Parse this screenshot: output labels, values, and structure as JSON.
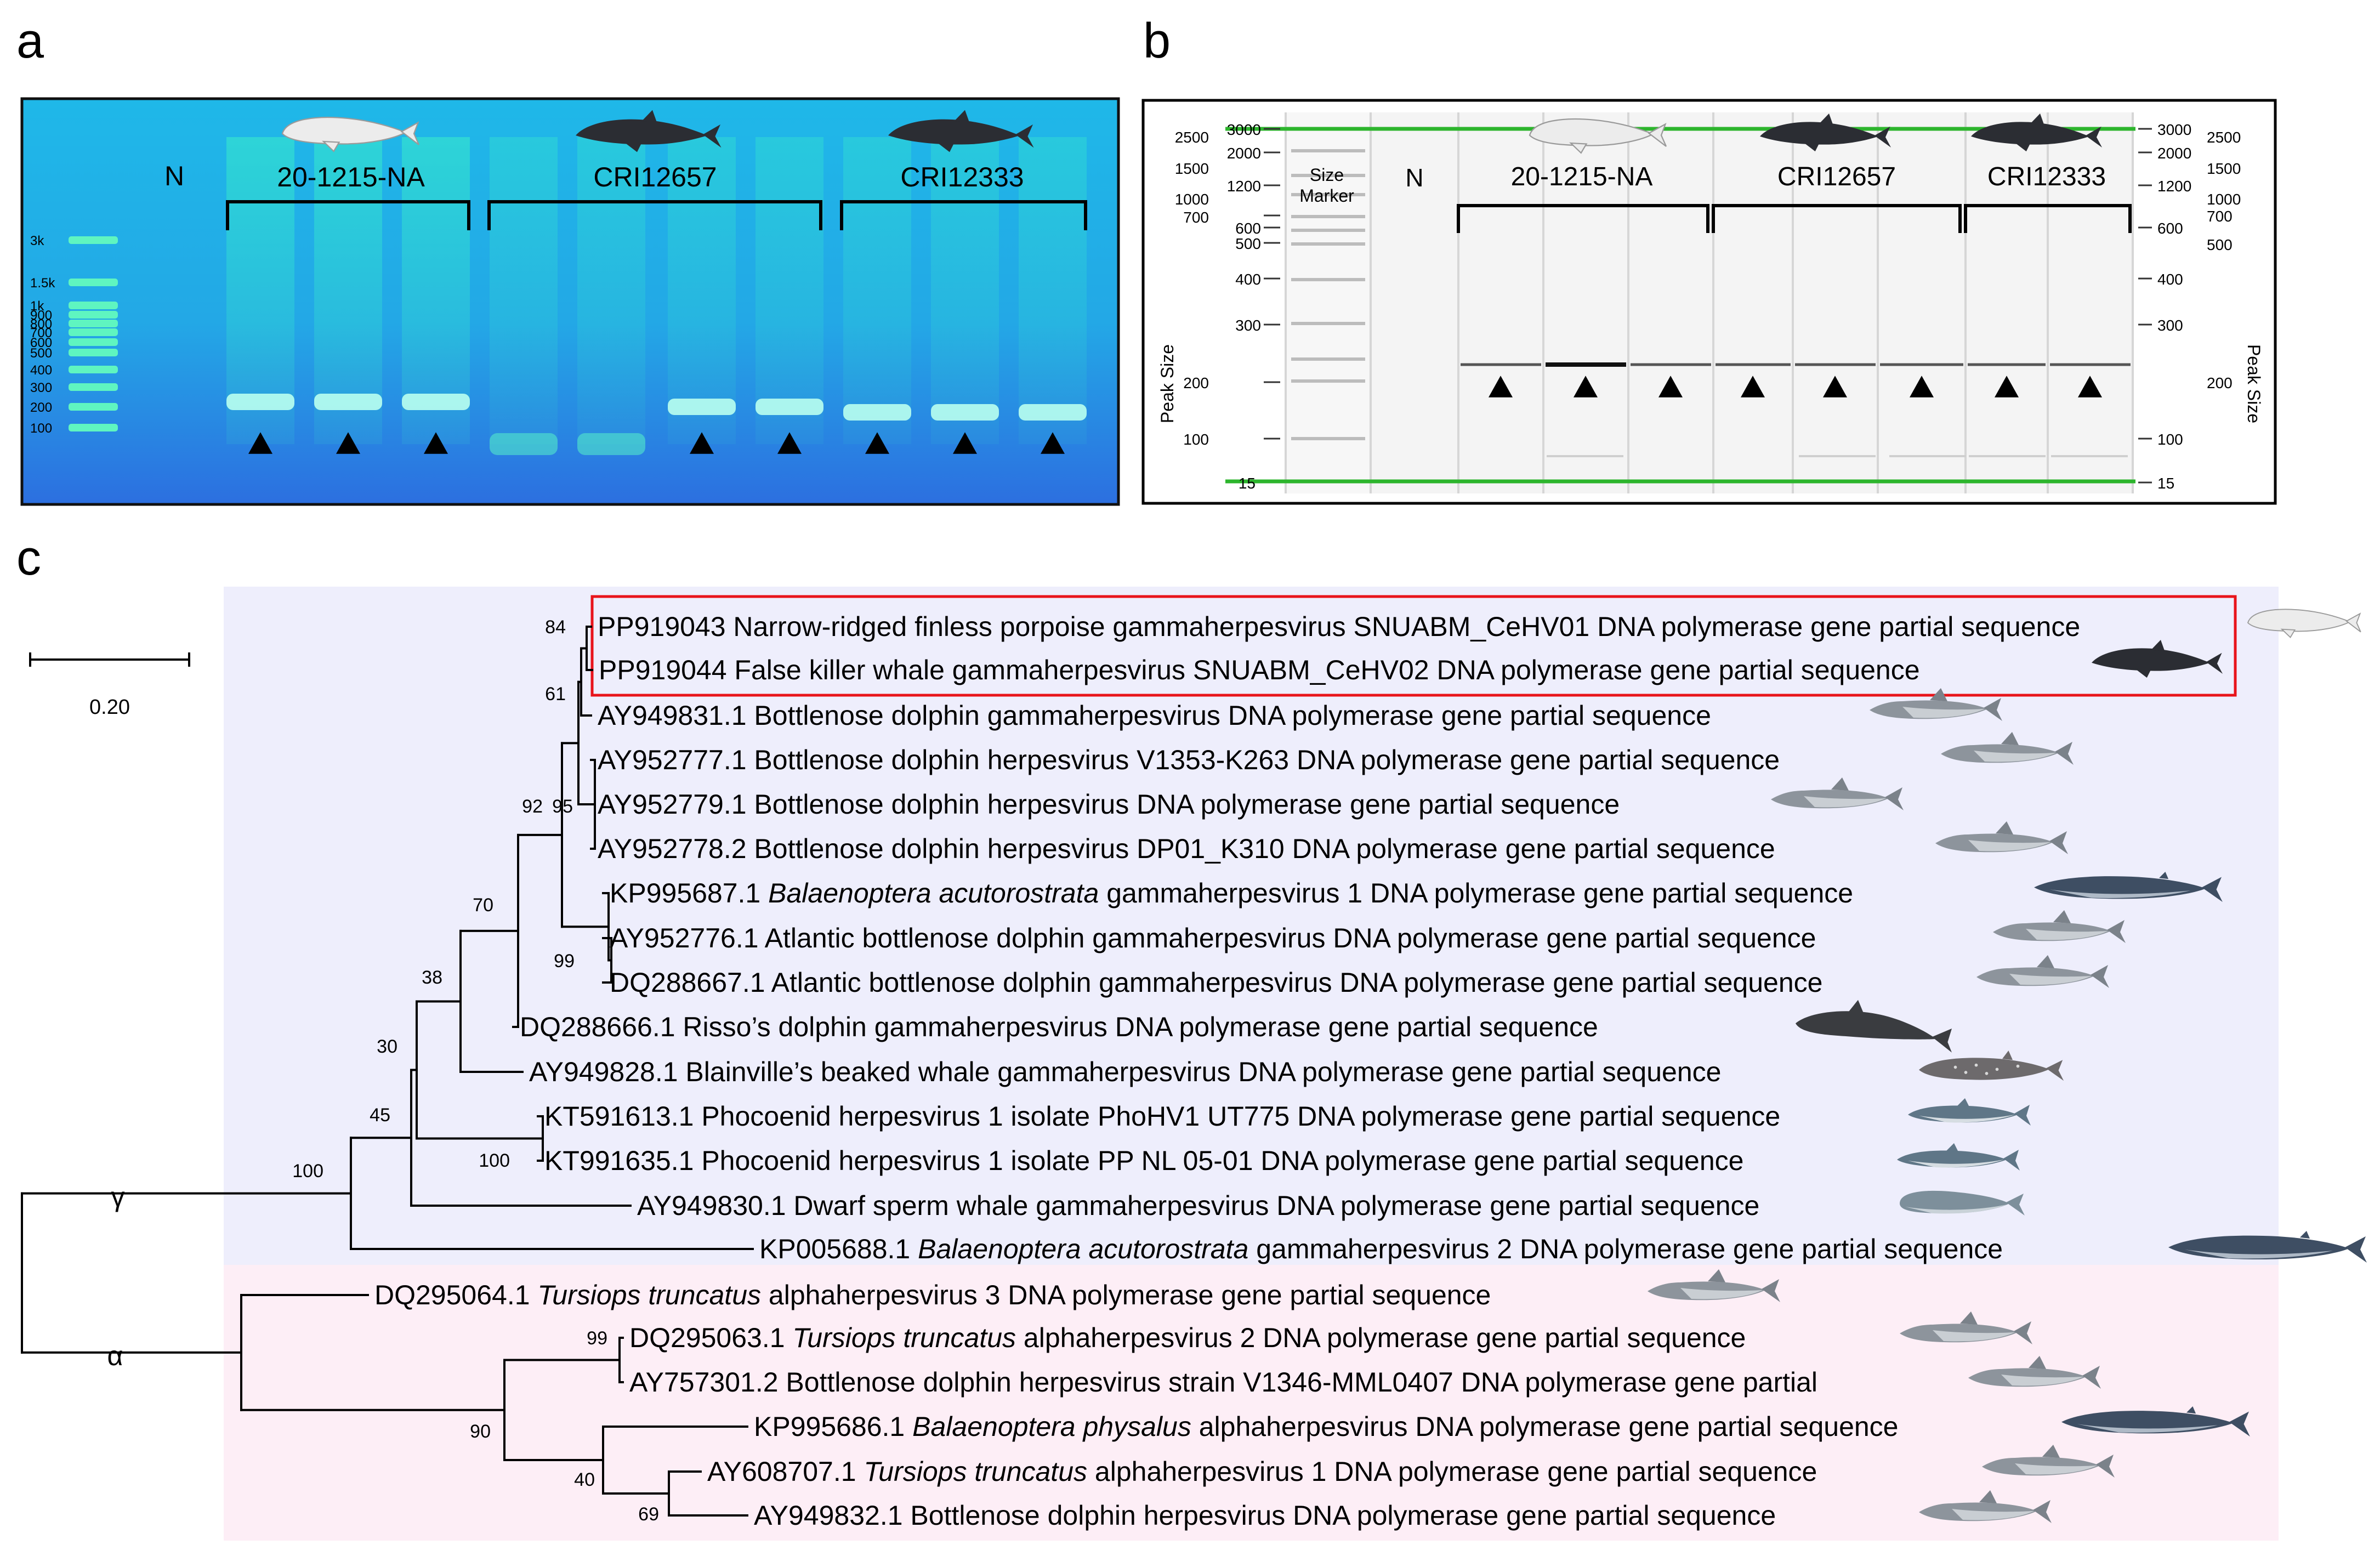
{
  "panels": {
    "a": "a",
    "b": "b",
    "c": "c"
  },
  "gel": {
    "marker_labels": [
      "3k",
      "1.5k",
      "1k",
      "900",
      "800",
      "700",
      "600",
      "500",
      "400",
      "300",
      "200",
      "100"
    ],
    "negative_label": "N",
    "groups": [
      "20-1215-NA",
      "CRI12657",
      "CRI12333"
    ]
  },
  "capillary": {
    "size_marker": [
      "Size",
      "Marker"
    ],
    "negative_label": "N",
    "groups": [
      "20-1215-NA",
      "CRI12657",
      "CRI12333"
    ],
    "axis_title": "Peak Size",
    "left_ticks_outer": [
      "2500",
      "1500",
      "1000",
      "700",
      "200",
      "100"
    ],
    "left_ticks_inner": [
      "3000",
      "2000",
      "1200",
      "600",
      "500",
      "400",
      "300"
    ],
    "right_ticks_inner": [
      "3000",
      "2000",
      "1200",
      "600",
      "400",
      "300",
      "100",
      "15"
    ],
    "right_ticks_outer": [
      "2500",
      "1500",
      "1000",
      "700",
      "500",
      "200"
    ],
    "bottom_marker": "15",
    "marker_color": "#2db52d"
  },
  "tree": {
    "scale_label": "0.20",
    "clade_gamma": "γ",
    "clade_alpha": "α",
    "highlight_color": "#e8141b",
    "gamma_bg": "#eeeefc",
    "alpha_bg": "#fdeef6",
    "bootstrap": [
      "84",
      "61",
      "92",
      "95",
      "70",
      "99",
      "38",
      "30",
      "45",
      "100",
      "100",
      "99",
      "90",
      "40",
      "69"
    ],
    "taxa": [
      {
        "pre": "PP919043 Narrow-ridged finless porpoise gammaherpesvirus SNUABM_CeHV01 DNA polymerase gene partial sequence",
        "it": "",
        "post": ""
      },
      {
        "pre": "PP919044 False killer whale gammaherpesvirus SNUABM_CeHV02 DNA polymerase gene partial sequence",
        "it": "",
        "post": ""
      },
      {
        "pre": "AY949831.1 Bottlenose dolphin gammaherpesvirus DNA polymerase gene partial sequence",
        "it": "",
        "post": ""
      },
      {
        "pre": "AY952777.1 Bottlenose dolphin herpesvirus V1353-K263 DNA polymerase gene partial sequence",
        "it": "",
        "post": ""
      },
      {
        "pre": "AY952779.1 Bottlenose dolphin herpesvirus DNA polymerase gene partial sequence",
        "it": "",
        "post": ""
      },
      {
        "pre": "AY952778.2 Bottlenose dolphin herpesvirus DP01_K310 DNA polymerase gene partial sequence",
        "it": "",
        "post": ""
      },
      {
        "pre": "KP995687.1 ",
        "it": "Balaenoptera acutorostrata",
        "post": " gammaherpesvirus 1 DNA polymerase gene partial sequence"
      },
      {
        "pre": "AY952776.1 Atlantic bottlenose dolphin gammaherpesvirus DNA polymerase gene partial sequence",
        "it": "",
        "post": ""
      },
      {
        "pre": "DQ288667.1 Atlantic bottlenose dolphin gammaherpesvirus DNA polymerase gene partial sequence",
        "it": "",
        "post": ""
      },
      {
        "pre": "DQ288666.1 Risso’s dolphin gammaherpesvirus DNA polymerase gene partial sequence",
        "it": "",
        "post": ""
      },
      {
        "pre": "AY949828.1 Blainville’s beaked whale gammaherpesvirus DNA polymerase gene partial sequence",
        "it": "",
        "post": ""
      },
      {
        "pre": "KT591613.1 Phocoenid herpesvirus 1 isolate PhoHV1 UT775 DNA polymerase gene partial sequence",
        "it": "",
        "post": ""
      },
      {
        "pre": "KT991635.1 Phocoenid herpesvirus 1 isolate PP NL 05-01 DNA polymerase gene partial sequence",
        "it": "",
        "post": ""
      },
      {
        "pre": "AY949830.1 Dwarf sperm whale gammaherpesvirus DNA polymerase gene partial sequence",
        "it": "",
        "post": ""
      },
      {
        "pre": "KP005688.1 ",
        "it": "Balaenoptera acutorostrata",
        "post": " gammaherpesvirus 2 DNA polymerase gene partial sequence"
      },
      {
        "pre": "DQ295064.1 ",
        "it": "Tursiops truncatus",
        "post": " alphaherpesvirus 3 DNA polymerase gene partial sequence"
      },
      {
        "pre": "DQ295063.1 ",
        "it": "Tursiops truncatus",
        "post": " alphaherpesvirus 2 DNA polymerase gene partial sequence"
      },
      {
        "pre": "AY757301.2 Bottlenose dolphin herpesvirus strain V1346-MML0407 DNA polymerase gene partial",
        "it": "",
        "post": ""
      },
      {
        "pre": "KP995686.1 ",
        "it": "Balaenoptera physalus",
        "post": " alphaherpesvirus DNA polymerase gene partial sequence"
      },
      {
        "pre": "AY608707.1 ",
        "it": "Tursiops truncatus",
        "post": " alphaherpesvirus 1 DNA polymerase gene partial sequence"
      },
      {
        "pre": "AY949832.1 Bottlenose dolphin herpesvirus DNA polymerase gene partial sequence",
        "it": "",
        "post": ""
      }
    ]
  }
}
